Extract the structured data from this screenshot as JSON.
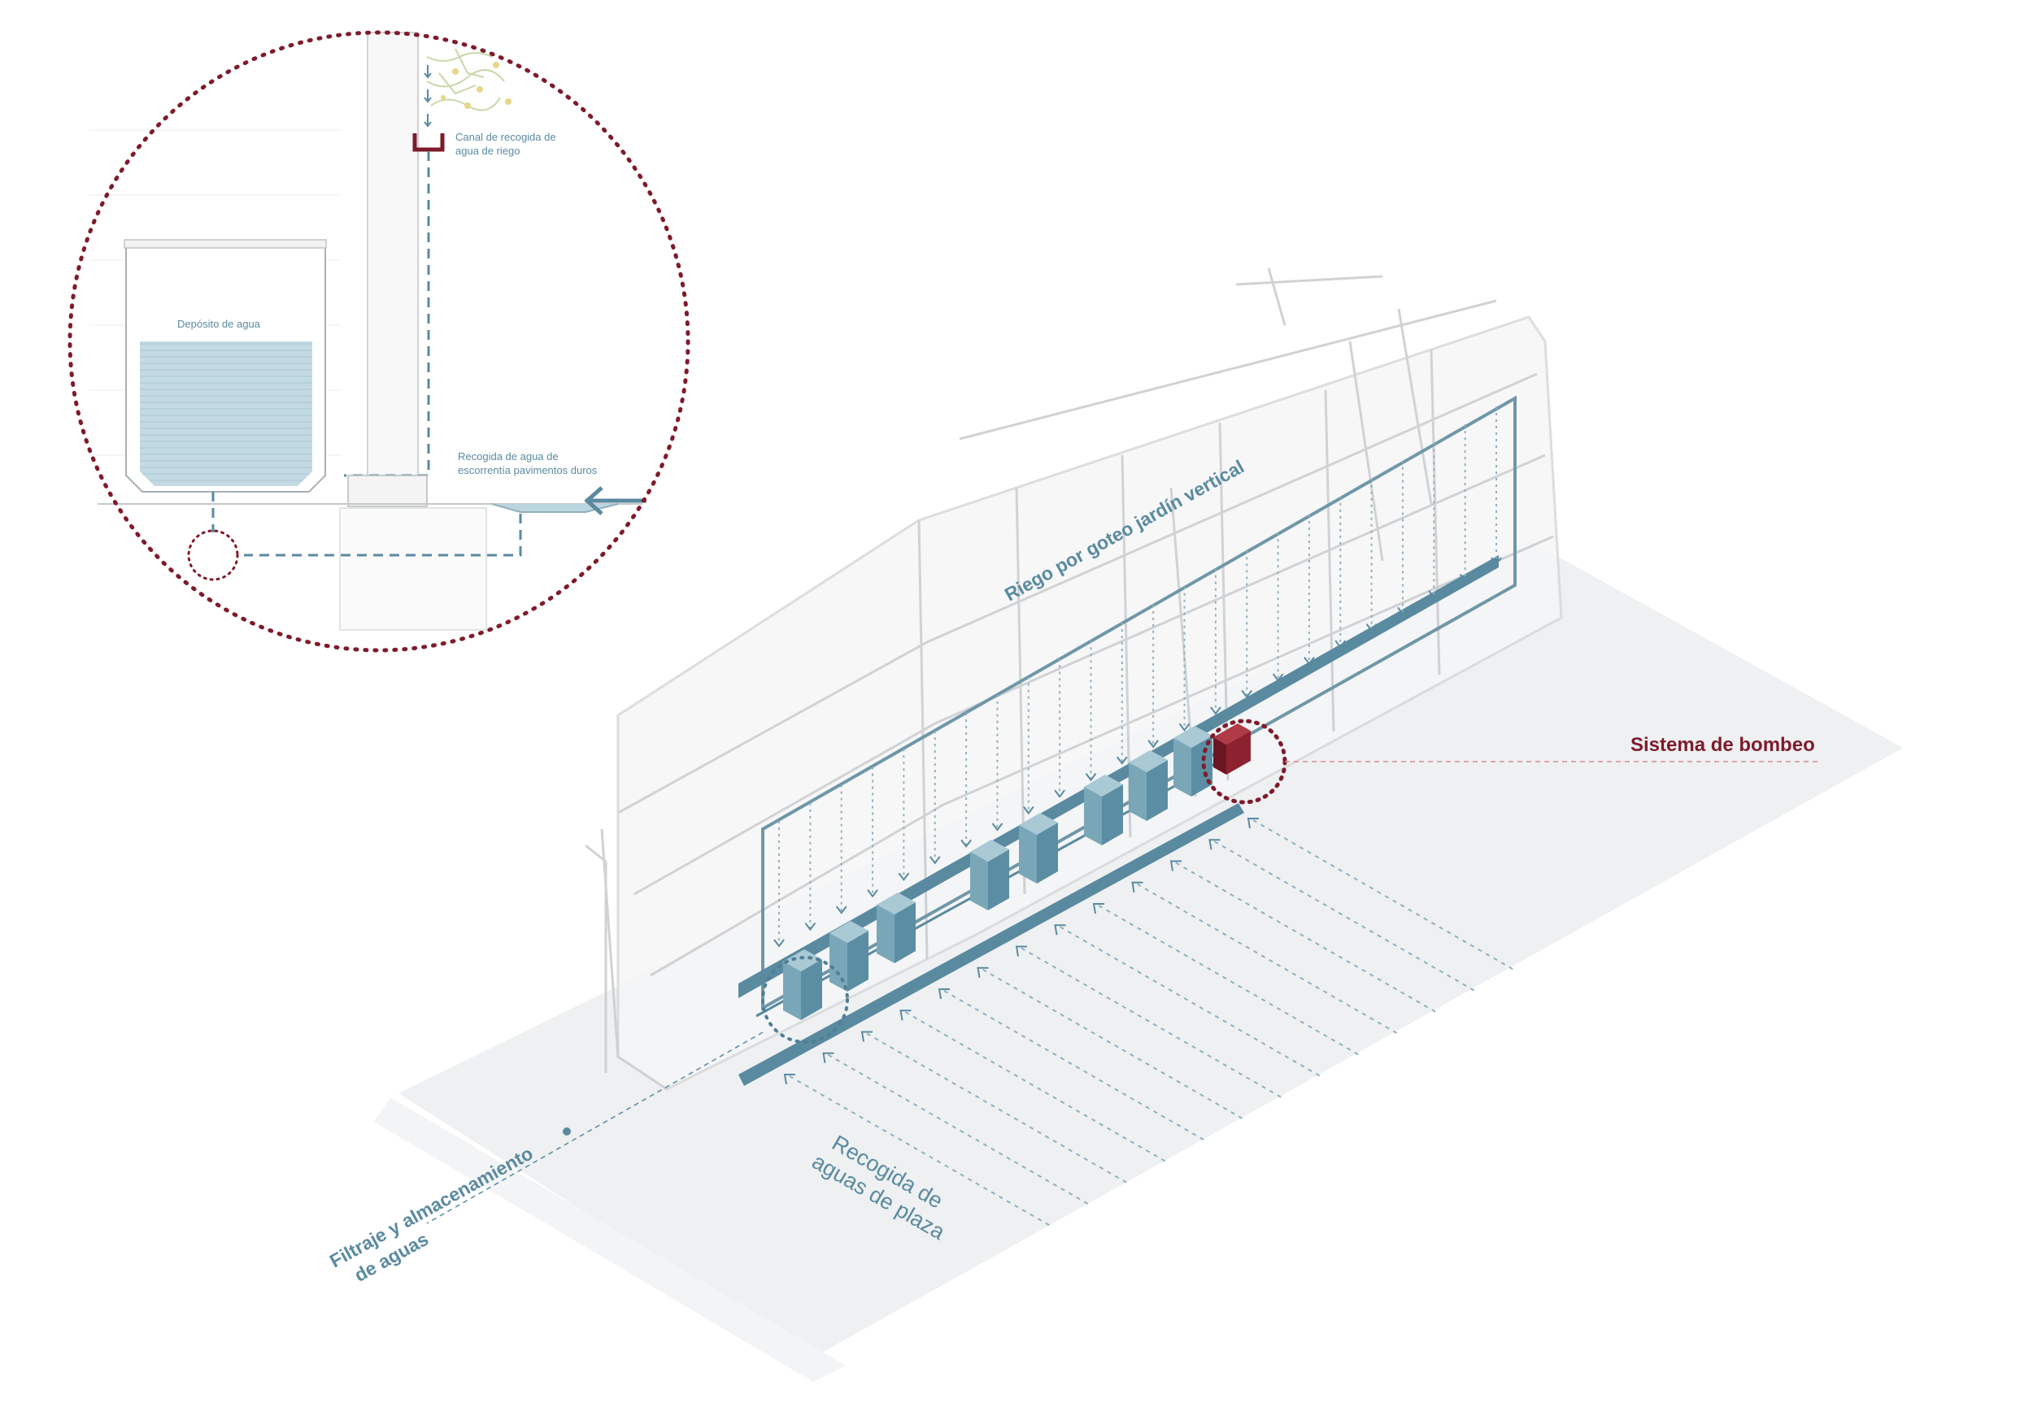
{
  "detail": {
    "tank_label": "Depósito de agua",
    "channel_label_line1": "Canal de recogida de",
    "channel_label_line2": "agua de riego",
    "runoff_label_line1": "Recogida de agua de",
    "runoff_label_line2": "escorrentía pavimentos duros"
  },
  "main": {
    "drip_label": "Riego por goteo jardín vertical",
    "pump_label": "Sistema de bombeo",
    "plaza_label_line1": "Recogida de",
    "plaza_label_line2": "aguas de plaza",
    "filter_label_line1": "Filtraje y almacenamiento",
    "filter_label_line2": "de aguas"
  },
  "colors": {
    "teal": "#5a8aa0",
    "dark_teal": "#4f7f94",
    "maroon": "#7e1b2b",
    "ground": "#eeeff0",
    "water": "#bcd6e0"
  }
}
